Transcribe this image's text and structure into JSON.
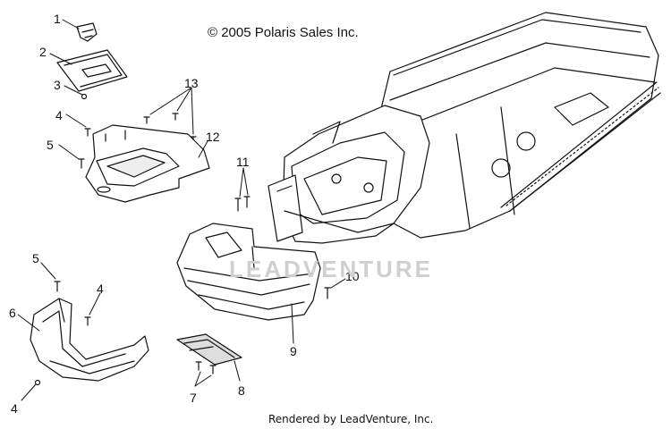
{
  "copyright": "© 2005 Polaris Sales Inc.",
  "watermark": "LEADVENTURE",
  "footer": "Rendered by LeadVenture, Inc.",
  "callouts": [
    "1",
    "2",
    "3",
    "4",
    "5",
    "13",
    "12",
    "11",
    "5",
    "4",
    "6",
    "4",
    "10",
    "9",
    "7",
    "8"
  ],
  "colors": {
    "ink": "#111111",
    "watermark": "#cfcfcf",
    "background": "#ffffff"
  }
}
